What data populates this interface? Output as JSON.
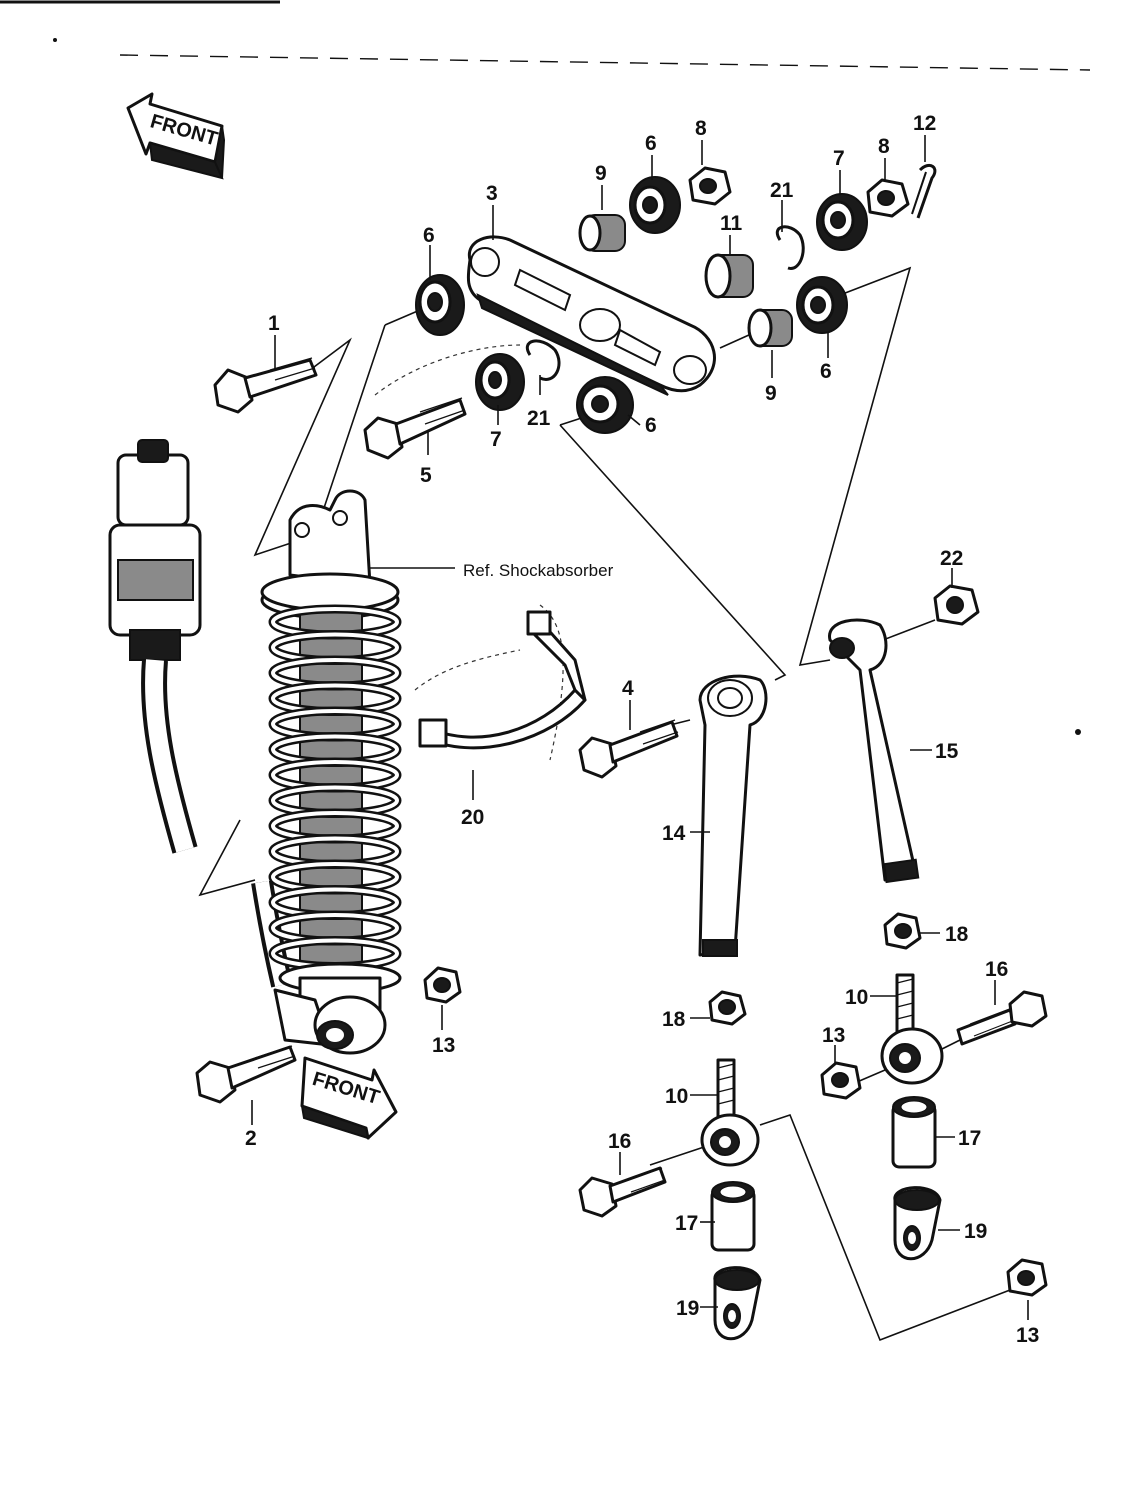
{
  "arrows": {
    "front_top": "FRONT",
    "front_bottom": "FRONT"
  },
  "reference": "Ref.  Shockabsorber",
  "callouts": {
    "c1": "1",
    "c2": "2",
    "c3": "3",
    "c4": "4",
    "c5": "5",
    "c6a": "6",
    "c6b": "6",
    "c6c": "6",
    "c6d": "6",
    "c7a": "7",
    "c7b": "7",
    "c8a": "8",
    "c8b": "8",
    "c9a": "9",
    "c9b": "9",
    "c10a": "10",
    "c10b": "10",
    "c11": "11",
    "c12": "12",
    "c13a": "13",
    "c13b": "13",
    "c13c": "13",
    "c14": "14",
    "c15": "15",
    "c16a": "16",
    "c16b": "16",
    "c17a": "17",
    "c17b": "17",
    "c18a": "18",
    "c18b": "18",
    "c19a": "19",
    "c19b": "19",
    "c20": "20",
    "c21a": "21",
    "c21b": "21",
    "c22": "22"
  }
}
